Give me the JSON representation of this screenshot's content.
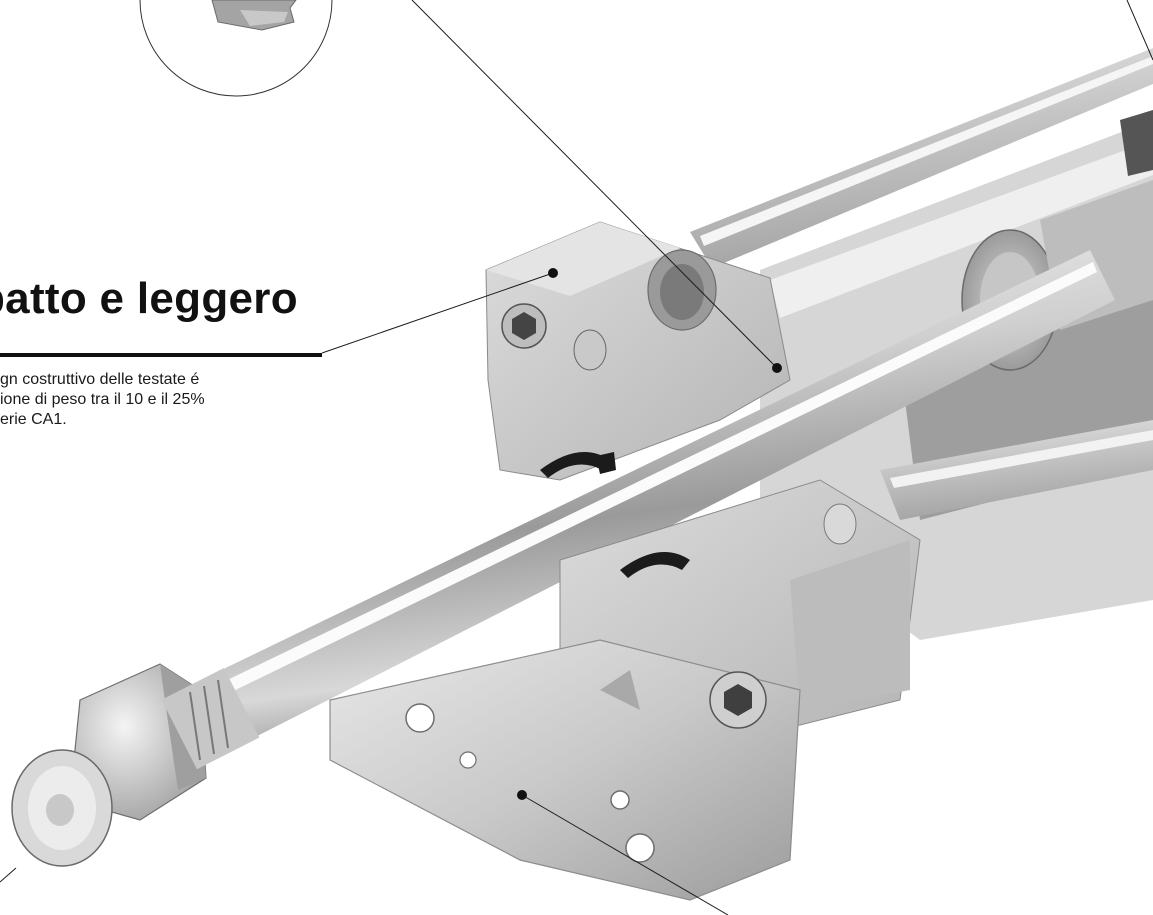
{
  "feature": {
    "heading": "patto e leggero",
    "body_lines": [
      "gn costruttivo delle testate é",
      "ione di peso tra il 10 e il 25%",
      "erie CA1."
    ]
  },
  "colors": {
    "text": "#111111",
    "rule": "#111111",
    "background": "#ffffff",
    "metal_light": "#e6e6e6",
    "metal_mid": "#b9b9b9",
    "metal_dark": "#7d7d7d",
    "seal_black": "#1b1b1b"
  },
  "icons": {
    "inset_detail": "magnifier-inset-icon",
    "hex_socket": "hex-socket-icon",
    "callout_dot": "callout-dot-icon"
  }
}
